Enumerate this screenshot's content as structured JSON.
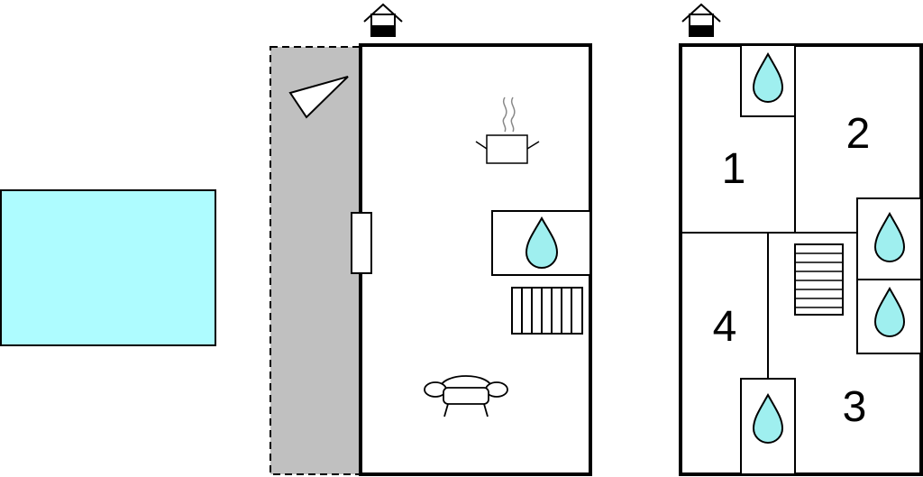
{
  "colors": {
    "pool": "#aefcff",
    "water_drop": "#9fefef",
    "terrace": "#c0c0c0",
    "wall": "#000000",
    "background": "#ffffff"
  },
  "floor_plan": {
    "ground_floor": {
      "entrance_icon": "house-entrance-icon",
      "icons": [
        "cooking-pot-icon",
        "water-drop-icon",
        "radiator-icon",
        "sofa-icon",
        "door-icon",
        "sun-triangle-icon"
      ]
    },
    "upper_floor": {
      "entrance_icon": "house-entrance-icon",
      "rooms": [
        {
          "label": "1"
        },
        {
          "label": "2"
        },
        {
          "label": "3"
        },
        {
          "label": "4"
        }
      ],
      "icons": [
        "water-drop-icon",
        "staircase-icon"
      ]
    }
  }
}
